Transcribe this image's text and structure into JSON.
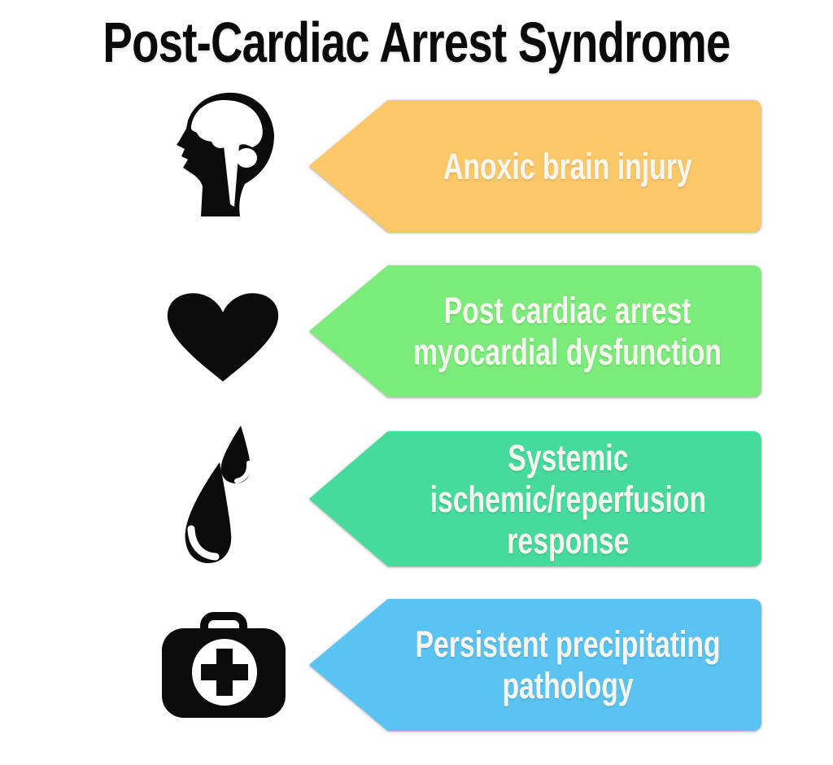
{
  "title": "Post-Cardiac Arrest Syndrome",
  "palette": {
    "background": "#FFFFFF",
    "title_color": "#0A0A0A",
    "icon_black": "#0B0B0B",
    "arrow_text_color": "#F8F7EF"
  },
  "rows": [
    {
      "icon": "brain-head-icon",
      "color": "#FBC869",
      "label": "Anoxic brain injury"
    },
    {
      "icon": "heart-icon",
      "color": "#7BEC7B",
      "label": "Post cardiac arrest\nmyocardial dysfunction"
    },
    {
      "icon": "water-drops-icon",
      "color": "#46DA9D",
      "label": "Systemic\nischemic/reperfusion\nresponse"
    },
    {
      "icon": "first-aid-kit-icon",
      "color": "#5BC3F1",
      "label": "Persistent precipitating\npathology"
    }
  ]
}
